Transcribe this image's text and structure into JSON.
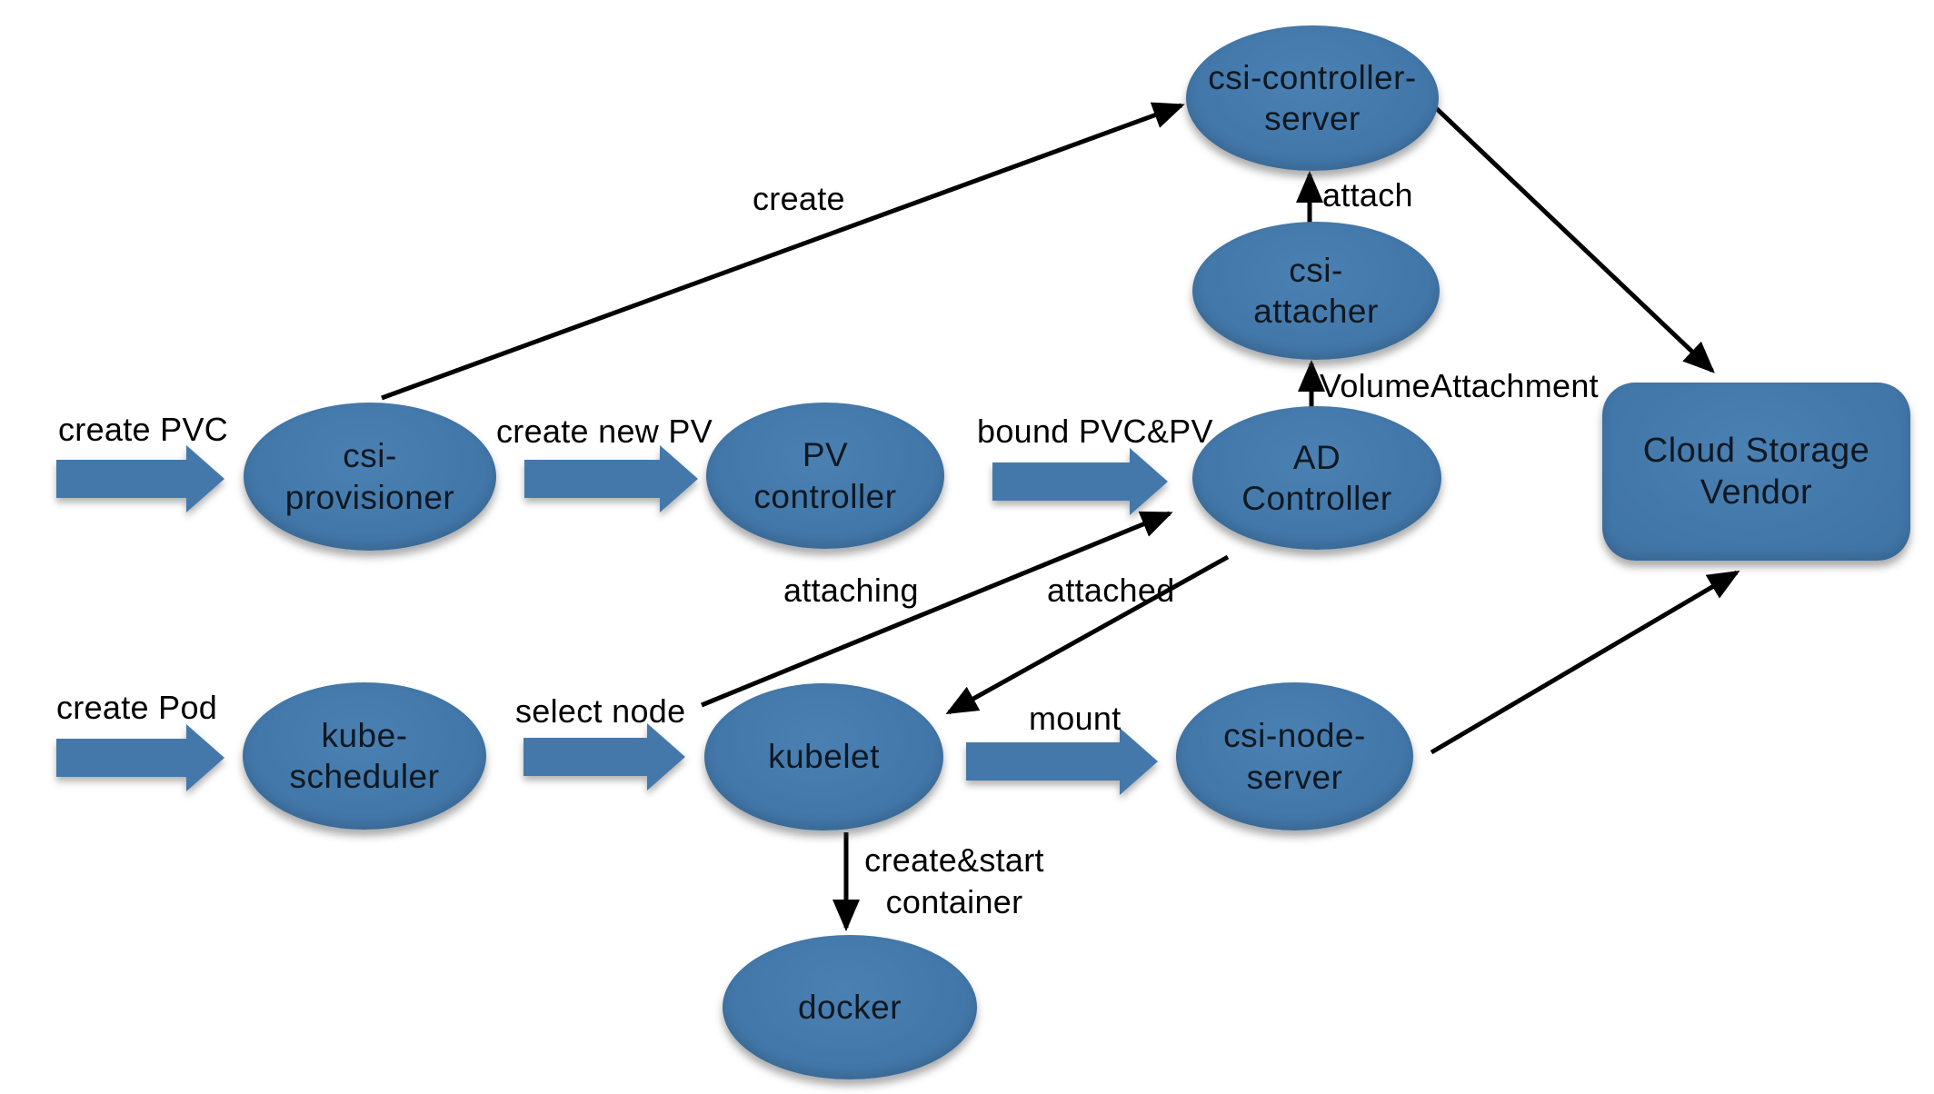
{
  "colors": {
    "node_fill": "#4478AA",
    "edge_stroke": "#000000",
    "node_text": "#0F1821",
    "label_text": "#000000",
    "background": "#FFFFFF"
  },
  "nodes": {
    "csi_controller_server": {
      "label": "csi-controller-\nserver",
      "shape": "ellipse"
    },
    "csi_attacher": {
      "label": "csi-\nattacher",
      "shape": "ellipse"
    },
    "ad_controller": {
      "label": "AD\nController",
      "shape": "ellipse"
    },
    "cloud_storage_vendor": {
      "label": "Cloud Storage\nVendor",
      "shape": "rounded-rectangle"
    },
    "csi_provisioner": {
      "label": "csi-\nprovisioner",
      "shape": "ellipse"
    },
    "pv_controller": {
      "label": "PV\ncontroller",
      "shape": "ellipse"
    },
    "kube_scheduler": {
      "label": "kube-\nscheduler",
      "shape": "ellipse"
    },
    "kubelet": {
      "label": "kubelet",
      "shape": "ellipse"
    },
    "csi_node_server": {
      "label": "csi-node-\nserver",
      "shape": "ellipse"
    },
    "docker": {
      "label": "docker",
      "shape": "ellipse"
    }
  },
  "flow_arrows": {
    "create_pvc": {
      "label": "create PVC",
      "to": "csi_provisioner"
    },
    "create_new_pv": {
      "label": "create new PV",
      "from": "csi_provisioner",
      "to": "pv_controller"
    },
    "bound_pvc_pv": {
      "label": "bound PVC&PV",
      "from": "pv_controller",
      "to": "ad_controller"
    },
    "create_pod": {
      "label": "create Pod",
      "to": "kube_scheduler"
    },
    "select_node": {
      "label": "select node",
      "from": "kube_scheduler",
      "to": "kubelet"
    },
    "mount": {
      "label": "mount",
      "from": "kubelet",
      "to": "csi_node_server"
    }
  },
  "edges": {
    "create": {
      "label": "create",
      "from": "csi_provisioner",
      "to": "csi_controller_server"
    },
    "attach": {
      "label": "attach",
      "from": "csi_attacher",
      "to": "csi_controller_server"
    },
    "volume_attachment": {
      "label": "VolumeAttachment",
      "from": "ad_controller",
      "to": "csi_attacher"
    },
    "controller_to_vendor": {
      "label": "",
      "from": "csi_controller_server",
      "to": "cloud_storage_vendor"
    },
    "attaching": {
      "label": "attaching",
      "from": "kubelet",
      "to": "ad_controller"
    },
    "attached": {
      "label": "attached",
      "from": "ad_controller",
      "to": "kubelet"
    },
    "create_start_container": {
      "label": "create&start\ncontainer",
      "from": "kubelet",
      "to": "docker"
    },
    "node_server_to_vendor": {
      "label": "",
      "from": "csi_node_server",
      "to": "cloud_storage_vendor"
    }
  }
}
